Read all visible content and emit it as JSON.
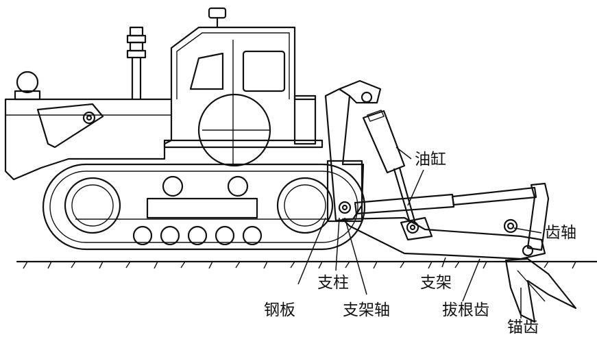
{
  "labels": {
    "cylinder": "油缸",
    "tooth_shaft": "齿轴",
    "pillar": "支柱",
    "frame": "支架",
    "steel_plate": "钢板",
    "frame_shaft": "支架轴",
    "root_tooth": "拔根齿",
    "anchor_tooth": "锚齿"
  }
}
